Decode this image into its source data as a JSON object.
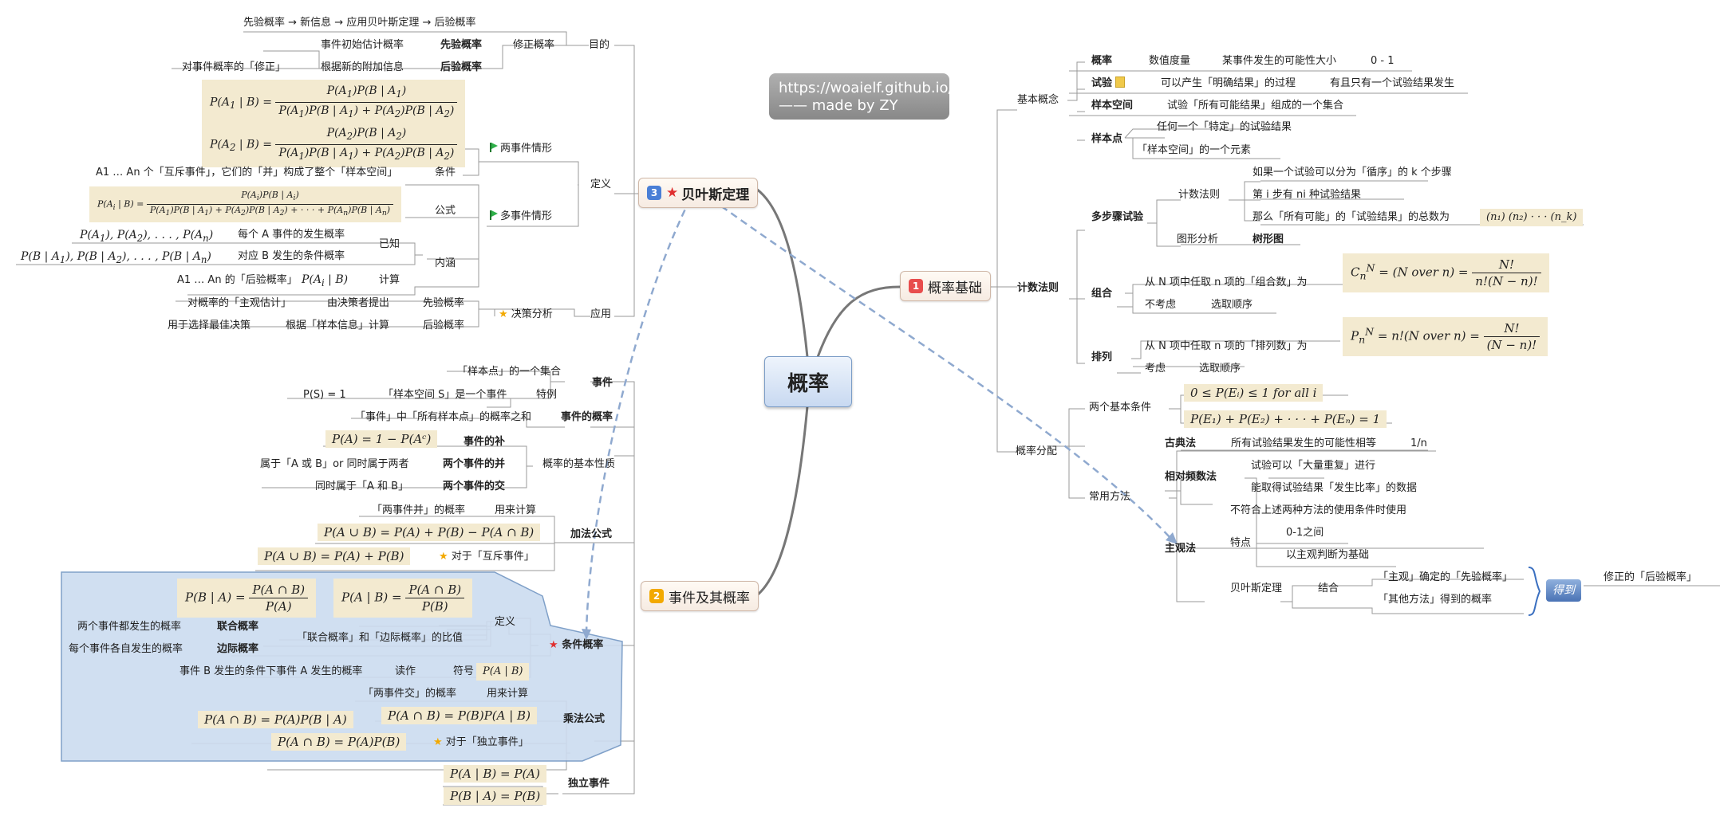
{
  "center": "概率",
  "badge": {
    "line1": "https://woaielf.github.io/",
    "line2": "—— made by ZY"
  },
  "branches": {
    "b1": {
      "num": "1",
      "label": "概率基础"
    },
    "b2": {
      "num": "2",
      "label": "事件及其概率"
    },
    "b3": {
      "num": "3",
      "label": "贝叶斯定理"
    }
  },
  "basics": {
    "basic_concept": "基本概念",
    "prob": "概率",
    "prob_measure": "数值度量",
    "prob_desc": "某事件发生的可能性大小",
    "prob_range": "0 - 1",
    "trial": "试验",
    "trial_desc": "可以产生「明确结果」的过程",
    "trial_note": "有且只有一个试验结果发生",
    "sample_space": "样本空间",
    "sample_space_desc": "试验「所有可能结果」组成的一个集合",
    "sample_point": "样本点",
    "sample_point_1": "任何一个「特定」的试验结果",
    "sample_point_2": "「样本空间」的一个元素",
    "counting": "计数法则",
    "multistep": "多步骤试验",
    "count_rule": "计数法则",
    "ms1": "如果一个试验可以分为「循序」的 k 个步骤",
    "ms2": "第 i 步有 ni 种试验结果",
    "ms3": "那么「所有可能」的「试验结果」的总数为",
    "ms_formula": "(n₁) (n₂) · · · (n_k)",
    "graph": "图形分析",
    "tree": "树形图",
    "combo": "组合",
    "combo_desc": "从 N 项中任取 n 项的「组合数」为",
    "combo_not": "不考虑",
    "combo_order": "选取顺序",
    "perm": "排列",
    "perm_desc": "从 N 项中任取 n 项的「排列数」为",
    "perm_yes": "考虑",
    "perm_order": "选取顺序",
    "assign": "概率分配",
    "two_basic": "两个基本条件",
    "cond1": "0 ≤ P(Eᵢ) ≤ 1 for all i",
    "cond2": "P(E₁) + P(E₂) + · · · + P(Eₙ) = 1",
    "common": "常用方法",
    "classic": "古典法",
    "classic_desc": "所有试验结果发生的可能性相等",
    "classic_val": "1/n",
    "relfreq": "相对频数法",
    "rf1": "试验可以「大量重复」进行",
    "rf2": "能取得试验结果「发生比率」的数据",
    "subjective": "主观法",
    "sub_desc": "不符合上述两种方法的使用条件时使用",
    "feature": "特点",
    "f1": "0-1之间",
    "f2": "以主观判断为基础",
    "bayes_method": "贝叶斯定理",
    "combine": "结合",
    "c1": "「主观」确定的「先验概率」",
    "c2": "「其他方法」得到的概率",
    "deduce": "得到",
    "posterior": "修正的「后验概率」"
  },
  "events": {
    "event": "事件",
    "ev1": "「样本点」的一个集合",
    "ev_ps": "P(S) = 1",
    "ev_special": "「样本空间 S」是一个事件",
    "ev_example": "特例",
    "ev_prob": "事件的概率",
    "ev_prob_desc": "「事件」中「所有样本点」的概率之和",
    "basic_props": "概率的基本性质",
    "complement": "事件的补",
    "comp_formula": "P(A) = 1 − P(Aᶜ)",
    "union": "两个事件的并",
    "union_desc": "属于「A 或 B」or 同时属于两者",
    "inter": "两个事件的交",
    "inter_desc": "同时属于「A 和 B」",
    "add_rule": "加法公式",
    "add_use": "「两事件并」的概率",
    "add_for": "用来计算",
    "add_formula": "P(A ∪ B) = P(A) + P(B) − P(A ∩ B)",
    "add_formula2": "P(A ∪ B) = P(A) + P(B)",
    "add_note": "对于「互斥事件」",
    "cond": "条件概率",
    "definition": "定义",
    "joint": "联合概率",
    "joint_desc": "两个事件都发生的概率",
    "marginal": "边际概率",
    "marginal_desc": "每个事件各自发生的概率",
    "ratio": "「联合概率」和「边际概率」的比值",
    "read_desc": "事件 B 发生的条件下事件 A 发生的概率",
    "read": "读作",
    "symbol": "符号",
    "symbol_val": "P(A | B)",
    "mult_rule": "乘法公式",
    "mult_use": "「两事件交」的概率",
    "mult_for": "用来计算",
    "mult_f1": "P(A ∩ B) = P(A)P(B | A)",
    "mult_f2": "P(A ∩ B) = P(B)P(A | B)",
    "mult_f3": "P(A ∩ B) = P(A)P(B)",
    "mult_note": "对于「独立事件」",
    "indep": "独立事件",
    "indep_f1": "P(A | B) = P(A)",
    "indep_f2": "P(B | A) = P(B)"
  },
  "bayes": {
    "purpose": "目的",
    "corr": "修正概率",
    "p_line": "先验概率 → 新信息 → 应用贝叶斯定理 → 后验概率",
    "prior": "先验概率",
    "prior_desc": "事件初始估计概率",
    "posterior": "后验概率",
    "posterior_desc": "根据新的附加信息",
    "corr_desc": "对事件概率的「修正」",
    "def": "定义",
    "two_case": "两事件情形",
    "multi_case": "多事件情形",
    "cond_label": "条件",
    "cond_desc": "A1 … An 个「互斥事件」，它们的「并」构成了整个「样本空间」",
    "formula": "公式",
    "known": "已知",
    "known1": "每个 A 事件的发生概率",
    "known2": "对应 B 发生的条件概率",
    "content": "内涵",
    "calc": "计算",
    "calc_desc": "A1 … An 的「后验概率」",
    "app": "应用",
    "decision": "决策分析",
    "d1a": "对概率的「主观估计」",
    "d1b": "由决策者提出",
    "d1c": "先验概率",
    "d2a": "用于选择最佳决策",
    "d2b": "根据「样本信息」计算",
    "d2c": "后验概率"
  }
}
